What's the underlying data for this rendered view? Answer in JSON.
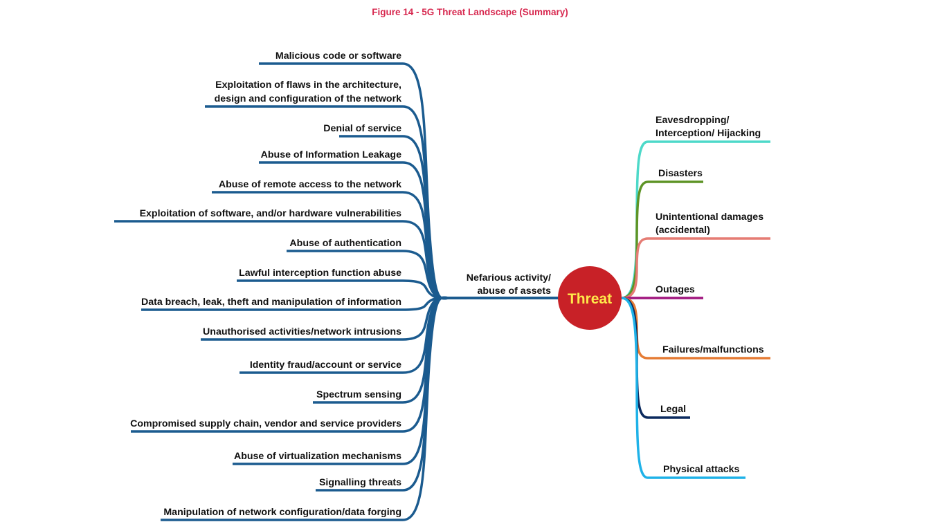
{
  "figure_title": "Figure 14 - 5G Threat Landscape (Summary)",
  "center": {
    "label": "Threat",
    "fill": "#c82127",
    "text_color": "#ffe94a"
  },
  "main_branch": {
    "lines": [
      "Nefarious activity/",
      "abuse of assets"
    ],
    "color": "#1b5b8f"
  },
  "left_items": [
    {
      "lines": [
        "Malicious code or software"
      ]
    },
    {
      "lines": [
        "Exploitation of flaws in the architecture,",
        "design and configuration of the network"
      ]
    },
    {
      "lines": [
        "Denial of service"
      ]
    },
    {
      "lines": [
        "Abuse of Information Leakage"
      ]
    },
    {
      "lines": [
        "Abuse of remote access to the network"
      ]
    },
    {
      "lines": [
        "Exploitation of software, and/or hardware vulnerabilities"
      ]
    },
    {
      "lines": [
        "Abuse of authentication"
      ]
    },
    {
      "lines": [
        "Lawful interception function abuse"
      ]
    },
    {
      "lines": [
        "Data breach, leak, theft and manipulation of information"
      ]
    },
    {
      "lines": [
        "Unauthorised activities/network intrusions"
      ]
    },
    {
      "lines": [
        "Identity fraud/account or service"
      ]
    },
    {
      "lines": [
        "Spectrum sensing"
      ]
    },
    {
      "lines": [
        "Compromised supply chain, vendor and service providers"
      ]
    },
    {
      "lines": [
        "Abuse of virtualization mechanisms"
      ]
    },
    {
      "lines": [
        "Signalling threats"
      ]
    },
    {
      "lines": [
        "Manipulation of network configuration/data forging"
      ]
    }
  ],
  "right_items": [
    {
      "lines": [
        "Eavesdropping/",
        "Interception/ Hijacking"
      ],
      "color": "#4dd9c9"
    },
    {
      "lines": [
        "Disasters"
      ],
      "color": "#5e9426"
    },
    {
      "lines": [
        "Unintentional damages",
        "(accidental)"
      ],
      "color": "#e57c74"
    },
    {
      "lines": [
        "Outages"
      ],
      "color": "#a0157e"
    },
    {
      "lines": [
        "Failures/malfunctions"
      ],
      "color": "#e57c35"
    },
    {
      "lines": [
        "Legal"
      ],
      "color": "#0b2a5e"
    },
    {
      "lines": [
        "Physical attacks"
      ],
      "color": "#1fb2e8"
    }
  ]
}
